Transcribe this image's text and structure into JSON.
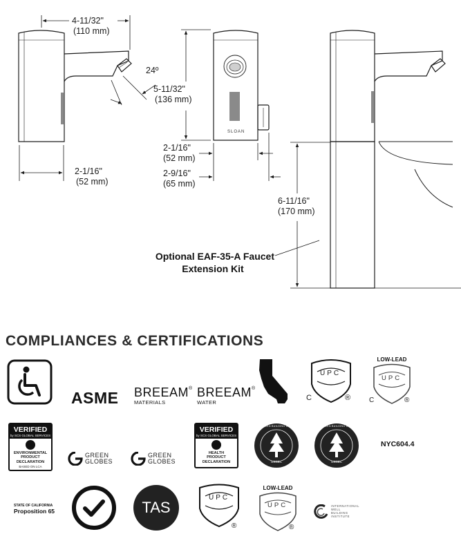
{
  "drawing": {
    "top_width": {
      "frac": "4-11/32\"",
      "mm": "(110 mm)"
    },
    "spout_angle": "24º",
    "height": {
      "frac": "5-11/32\"",
      "mm": "(136 mm)"
    },
    "side_base": {
      "frac": "2-1/16\"",
      "mm": "(52 mm)"
    },
    "front_body": {
      "frac": "2-1/16\"",
      "mm": "(52 mm)"
    },
    "front_overall": {
      "frac": "2-9/16\"",
      "mm": "(65 mm)"
    },
    "extension_height": {
      "frac": "6-11/16\"",
      "mm": "(170 mm)"
    },
    "brand": "SLOAN",
    "kit_label_line1": "Optional EAF-35-A Faucet",
    "kit_label_line2": "Extension Kit"
  },
  "certifications": {
    "heading": "COMPLIANCES & CERTIFICATIONS",
    "asme": "ASME",
    "breeam_materials": {
      "name": "BREEAM",
      "reg": "®",
      "sub": "MATERIALS"
    },
    "breeam_water": {
      "name": "BREEAM",
      "reg": "®",
      "sub": "WATER"
    },
    "upc": "UPC",
    "c_mark": "C",
    "r_mark": "®",
    "low_lead": "LOW-LEAD",
    "verified_epd": {
      "title": "VERIFIED",
      "sub": "by SCS GLOBAL SERVICES",
      "desc": [
        "ENVIRONMENTAL",
        "PRODUCT",
        "DECLARATION"
      ],
      "foot": "BASED ON LCA"
    },
    "verified_hpd": {
      "title": "VERIFIED",
      "sub": "by SCS GLOBAL SERVICES",
      "desc": [
        "HEALTH",
        "PRODUCT",
        "DECLARATION"
      ]
    },
    "green_globes": [
      "GREEN",
      "GLOBES"
    ],
    "usgbc_ring": "U.S. GREEN BUILDING COUNCIL",
    "usgbc_mark": "USGBC",
    "nyc": "NYC604.4",
    "prop65": {
      "line1": "STATE OF CALIFORNIA",
      "line2": "Proposition 65"
    },
    "tas": "TAS",
    "iwbi": [
      "INTERNATIONAL",
      "WELL",
      "BUILDING",
      "INSTITUTE"
    ]
  },
  "colors": {
    "ink": "#1a1a1a",
    "dark_badge": "#222222"
  }
}
